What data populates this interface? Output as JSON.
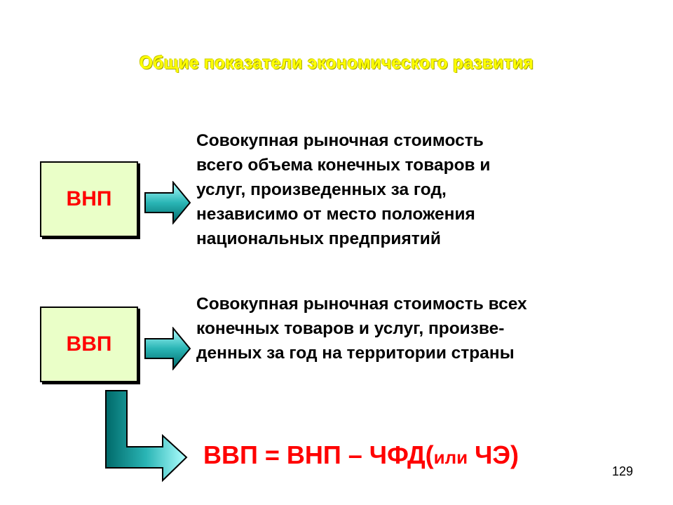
{
  "title": "Общие показатели экономического развития",
  "terms": [
    {
      "label": "ВНП",
      "description_lines": [
        "Совокупная рыночная  стоимость",
        "всего объема конечных товаров и",
        "услуг, произведенных за год,",
        "независимо от место положения",
        "национальных предприятий"
      ]
    },
    {
      "label": "ВВП",
      "description_lines": [
        "Совокупная рыночная стоимость всех",
        "конечных товаров и услуг, произве-",
        "денных за год на территории страны"
      ]
    }
  ],
  "formula": {
    "main": "ВВП = ВНП – ЧФД(",
    "small": "или",
    "end": " ЧЭ)"
  },
  "page_number": "129",
  "colors": {
    "title": "#ffff00",
    "box_fill": "#eaffc8",
    "term_text": "#ff0000",
    "formula_text": "#ff0000",
    "arrow_light": "#b0ffff",
    "arrow_dark": "#007a7a"
  },
  "icons": [
    "right-arrow-icon",
    "right-arrow-icon",
    "elbow-arrow-icon"
  ]
}
